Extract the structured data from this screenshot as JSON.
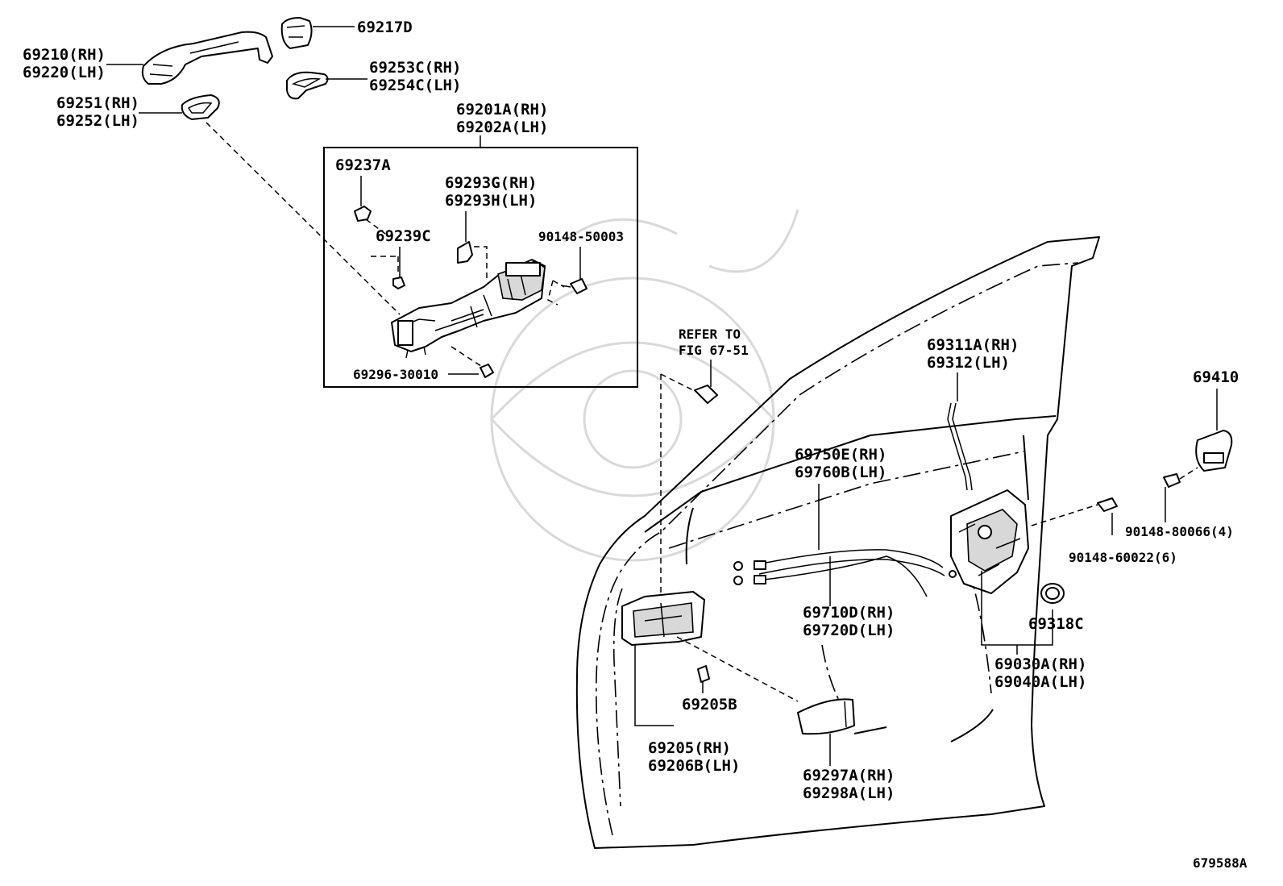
{
  "diagram": {
    "figure_code": "679588A",
    "labels": {
      "l69210": [
        "69210(RH)",
        "69220(LH)"
      ],
      "l69217d": [
        "69217D"
      ],
      "l69253c": [
        "69253C(RH)",
        "69254C(LH)"
      ],
      "l69251": [
        "69251(RH)",
        "69252(LH)"
      ],
      "l69201a": [
        "69201A(RH)",
        "69202A(LH)"
      ],
      "l69237a": [
        "69237A"
      ],
      "l69293g": [
        "69293G(RH)",
        "69293H(LH)"
      ],
      "l69239c": [
        "69239C"
      ],
      "l90148_50003": [
        "90148-50003"
      ],
      "l69296": [
        "69296-30010"
      ],
      "lrefer": [
        "REFER TO",
        "FIG 67-51"
      ],
      "l69311a": [
        "69311A(RH)",
        "69312(LH)"
      ],
      "l69410": [
        "69410"
      ],
      "l69750e": [
        "69750E(RH)",
        "69760B(LH)"
      ],
      "l90148_80066": [
        "90148-80066(4)"
      ],
      "l90148_60022": [
        "90148-60022(6)"
      ],
      "l69710d": [
        "69710D(RH)",
        "69720D(LH)"
      ],
      "l69318c": [
        "69318C"
      ],
      "l69030a": [
        "69030A(RH)",
        "69040A(LH)"
      ],
      "l69205b": [
        "69205B"
      ],
      "l69205": [
        "69205(RH)",
        "69206B(LH)"
      ],
      "l69297a": [
        "69297A(RH)",
        "69298A(LH)"
      ]
    }
  }
}
